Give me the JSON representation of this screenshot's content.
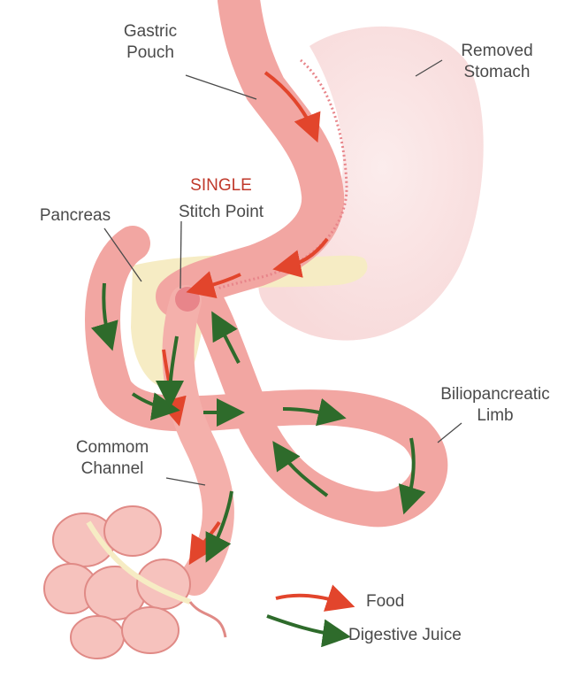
{
  "labels": {
    "gastric_pouch": [
      "Gastric",
      "Pouch"
    ],
    "removed_stomach": [
      "Removed",
      "Stomach"
    ],
    "single": "SINGLE",
    "stitch_point": "Stitch Point",
    "pancreas": "Pancreas",
    "biliopancreatic_limb": [
      "Biliopancreatic",
      "Limb"
    ],
    "common_channel": [
      "Commom",
      "Channel"
    ]
  },
  "legend": {
    "food": "Food",
    "digestive_juice": "Digestive Juice"
  },
  "colors": {
    "food_arrow": "#e2452c",
    "juice_arrow": "#2e6b2b",
    "intestine_fill": "#f2a6a2",
    "intestine_stroke": "#e88d88",
    "stomach_fill": "#fbe4e3",
    "pancreas_fill": "#f6ecc4",
    "label_text": "#4a4a4a",
    "accent_text": "#c0392b"
  }
}
